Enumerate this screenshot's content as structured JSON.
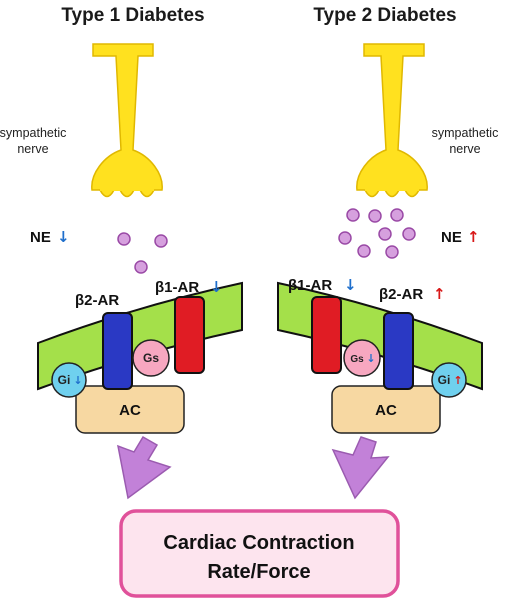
{
  "titles": {
    "left": "Type 1 Diabetes",
    "right": "Type 2 Diabetes"
  },
  "nerve_label": {
    "line1": "sympathetic",
    "line2": "nerve"
  },
  "left_panel": {
    "ne": {
      "label": "NE",
      "arrow": "↓"
    },
    "b2": {
      "label": "β2-AR"
    },
    "b1": {
      "label": "β1-AR",
      "arrow": "↓"
    },
    "gi": {
      "label": "Gi",
      "arrow": "↓"
    },
    "gs": {
      "label": "Gs"
    },
    "ac": "AC"
  },
  "right_panel": {
    "ne": {
      "label": "NE",
      "arrow": "↑"
    },
    "b1": {
      "label": "β1-AR",
      "arrow": "↓"
    },
    "b2": {
      "label": "β2-AR",
      "arrow": "↑"
    },
    "gs": {
      "label": "Gs",
      "arrow": "↓"
    },
    "gi": {
      "label": "Gi",
      "arrow": "↑"
    },
    "ac": "AC"
  },
  "outcome": {
    "line1": "Cardiac Contraction",
    "line2": "Rate/Force"
  },
  "colors": {
    "nerve": "#ffe11f",
    "nerve_stroke": "#e0b800",
    "vesicle": "#d6a0de",
    "vesicle_stroke": "#9a4aa6",
    "membrane": "#a4e04a",
    "b2_receptor": "#2a39c4",
    "b1_receptor": "#e01c24",
    "gs": "#f7a7c0",
    "gi": "#6fd0ee",
    "ac": "#f7d8a2",
    "big_arrow": "#c281d8",
    "outcome_border": "#e0519a",
    "outcome_fill": "#fde4ee",
    "down_arrow": "#1f6fcc",
    "up_arrow": "#d81818"
  }
}
